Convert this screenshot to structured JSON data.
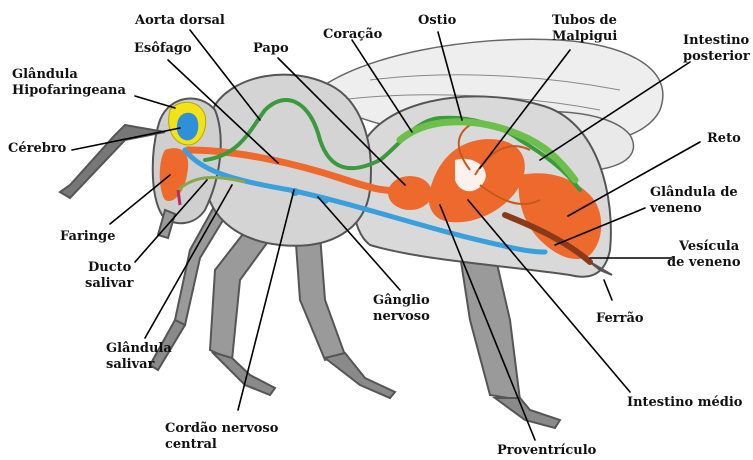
{
  "figure": {
    "background": "#ffffff",
    "colors": {
      "body_outline": "#5a5a5a",
      "body_fill": "#d9d9d9",
      "wing_fill": "#eeeeee",
      "heart": "#3c9a3c",
      "gut": "#ee6a2c",
      "nerve_cord": "#3aa0dc",
      "salivary": "#8aa84a",
      "hypopharyngeal": "#f2e21a",
      "venom_sac": "#8a3a1a",
      "brain": "#2f8fd8"
    },
    "labels": {
      "aorta_dorsal": "Aorta dorsal",
      "ostio": "Ostio",
      "tubos_malpigui": [
        "Tubos de",
        "Malpigui"
      ],
      "coracao": "Coração",
      "esofago": "Esôfago",
      "papo": "Papo",
      "glandula_hipofaringeana": [
        "Glândula",
        "Hipofaringeana"
      ],
      "intestino_posterior": [
        "Intestino",
        "posterior"
      ],
      "cerebro": "Cérebro",
      "reto": "Reto",
      "glandula_veneno": [
        "Glândula de",
        "veneno"
      ],
      "faringe": "Faringe",
      "vesicula_veneno": [
        "Vesícula",
        "de veneno"
      ],
      "ducto_salivar": [
        "Ducto",
        "salivar"
      ],
      "ganglio_nervoso": [
        "Gânglio",
        "nervoso"
      ],
      "ferrao": "Ferrão",
      "glandula_salivar": [
        "Glândula",
        "salivar"
      ],
      "intestino_medio": "Intestino médio",
      "cordao_nervoso": [
        "Cordão nervoso",
        "central"
      ],
      "proventriculo": "Proventrículo"
    }
  }
}
